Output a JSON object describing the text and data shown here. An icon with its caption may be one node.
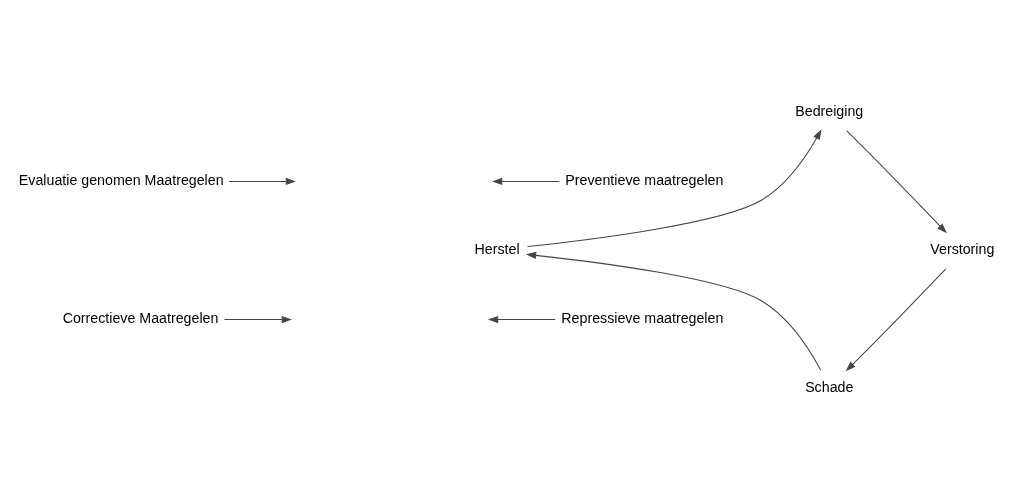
{
  "diagram": {
    "nodes": [
      {
        "text": [
          "Bedreiging"
        ]
      },
      {
        "text": [
          "Evaluatie genomen Maatregelen"
        ]
      },
      {
        "text": [
          "Preventieve maatregelen"
        ]
      },
      {
        "text": [
          "Herstel"
        ]
      },
      {
        "text": [
          "Verstoring"
        ]
      },
      {
        "text": [
          "Correctieve Maatregelen"
        ]
      },
      {
        "text": [
          "Repressieve maatregelen"
        ]
      },
      {
        "text": [
          "Schade"
        ]
      }
    ],
    "edges": [
      {
        "from": 0,
        "to": 4,
        "arrow": "to"
      },
      {
        "from": 4,
        "to": 7,
        "arrow": "to"
      },
      {
        "from": 7,
        "to": 3,
        "arrow": "to"
      },
      {
        "from": 3,
        "to": 0,
        "arrow": "to"
      },
      {
        "from": 1,
        "to": null,
        "arrow": "to"
      },
      {
        "from": 2,
        "to": null,
        "arrow": "to"
      },
      {
        "from": 5,
        "to": null,
        "arrow": "to"
      },
      {
        "from": 6,
        "to": null,
        "arrow": "to"
      }
    ]
  }
}
